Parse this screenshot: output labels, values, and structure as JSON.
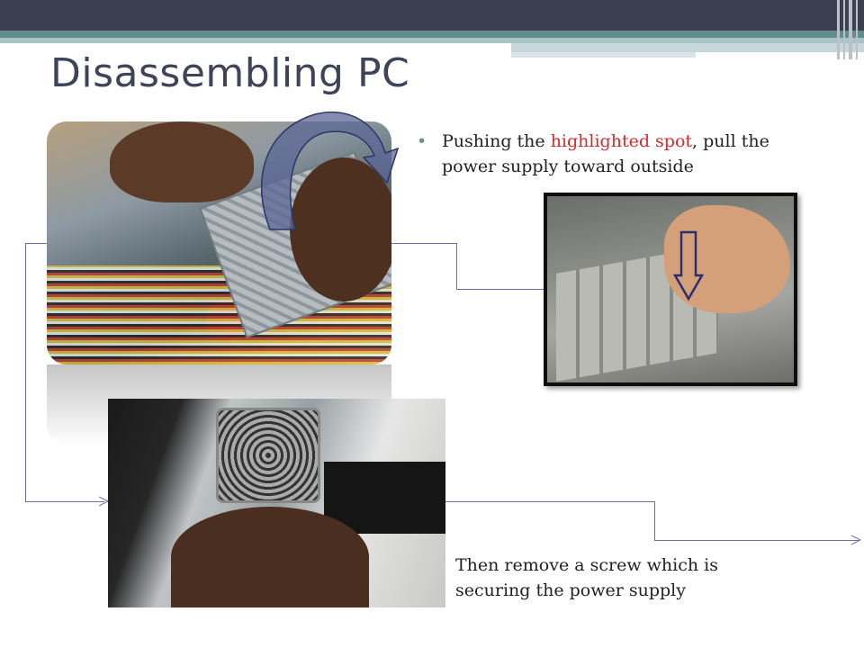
{
  "slide": {
    "title": "Disassembling PC",
    "bullet": {
      "text_before": "Pushing the ",
      "highlight": "highlighted spot",
      "text_after": ",  pull the power supply toward outside",
      "highlight_color": "#d22b2b"
    },
    "caption": "Then remove a screw which is securing the power supply"
  },
  "colors": {
    "title": "#3e4358",
    "top_bar": "#3c3f50",
    "teal_band": "#5f8e8c",
    "connector": "#6c6fa4",
    "arrow": "#5b6594"
  },
  "icons": {
    "rotate_arrow": "curved-arrow-icon",
    "down_arrow": "down-arrow-icon"
  }
}
